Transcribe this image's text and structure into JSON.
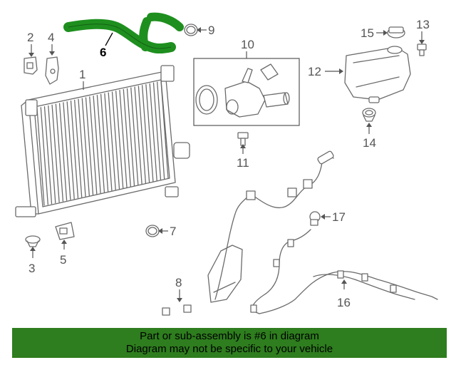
{
  "callouts": {
    "c1": "1",
    "c2": "2",
    "c3": "3",
    "c4": "4",
    "c5": "5",
    "c6": "6",
    "c7": "7",
    "c8": "8",
    "c9": "9",
    "c10": "10",
    "c11": "11",
    "c12": "12",
    "c13": "13",
    "c14": "14",
    "c15": "15",
    "c16": "16",
    "c17": "17"
  },
  "highlight_color": "#1e8f1e",
  "footer": {
    "line1": "Part or sub-assembly is #6 in diagram",
    "line2": "Diagram may not be specific to your vehicle",
    "background": "#2e7d1e"
  }
}
